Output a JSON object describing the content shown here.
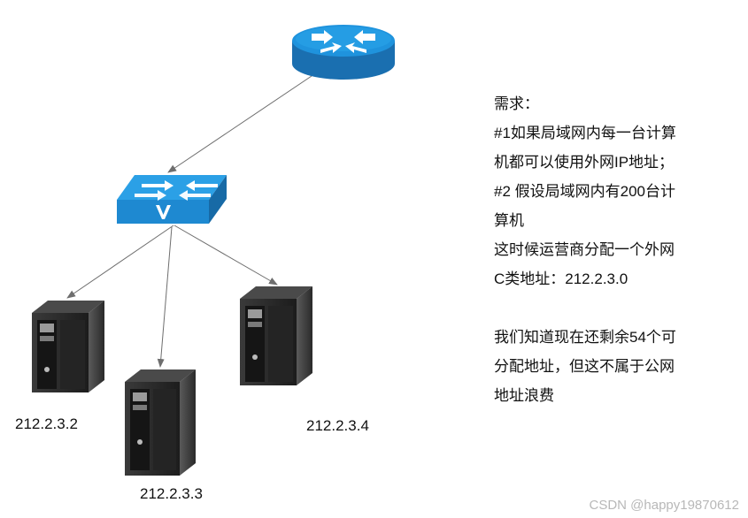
{
  "devices": {
    "server_left_ip": "212.2.3.2",
    "server_middle_ip": "212.2.3.3",
    "server_right_ip": "212.2.3.4"
  },
  "notes": {
    "lines": [
      "需求：",
      "#1如果局域网内每一台计算",
      "机都可以使用外网IP地址；",
      "#2 假设局域网内有200台计",
      "算机",
      "这时候运营商分配一个外网",
      "C类地址：212.2.3.0",
      "",
      "我们知道现在还剩余54个可",
      "分配地址，但这不属于公网",
      "地址浪费"
    ]
  },
  "watermark": "CSDN @happy19870612",
  "colors": {
    "device_blue": "#1e90d8",
    "device_dark": "#1d74b5",
    "server_dark": "#2b2b2b",
    "link_gray": "#6e6e6e"
  }
}
